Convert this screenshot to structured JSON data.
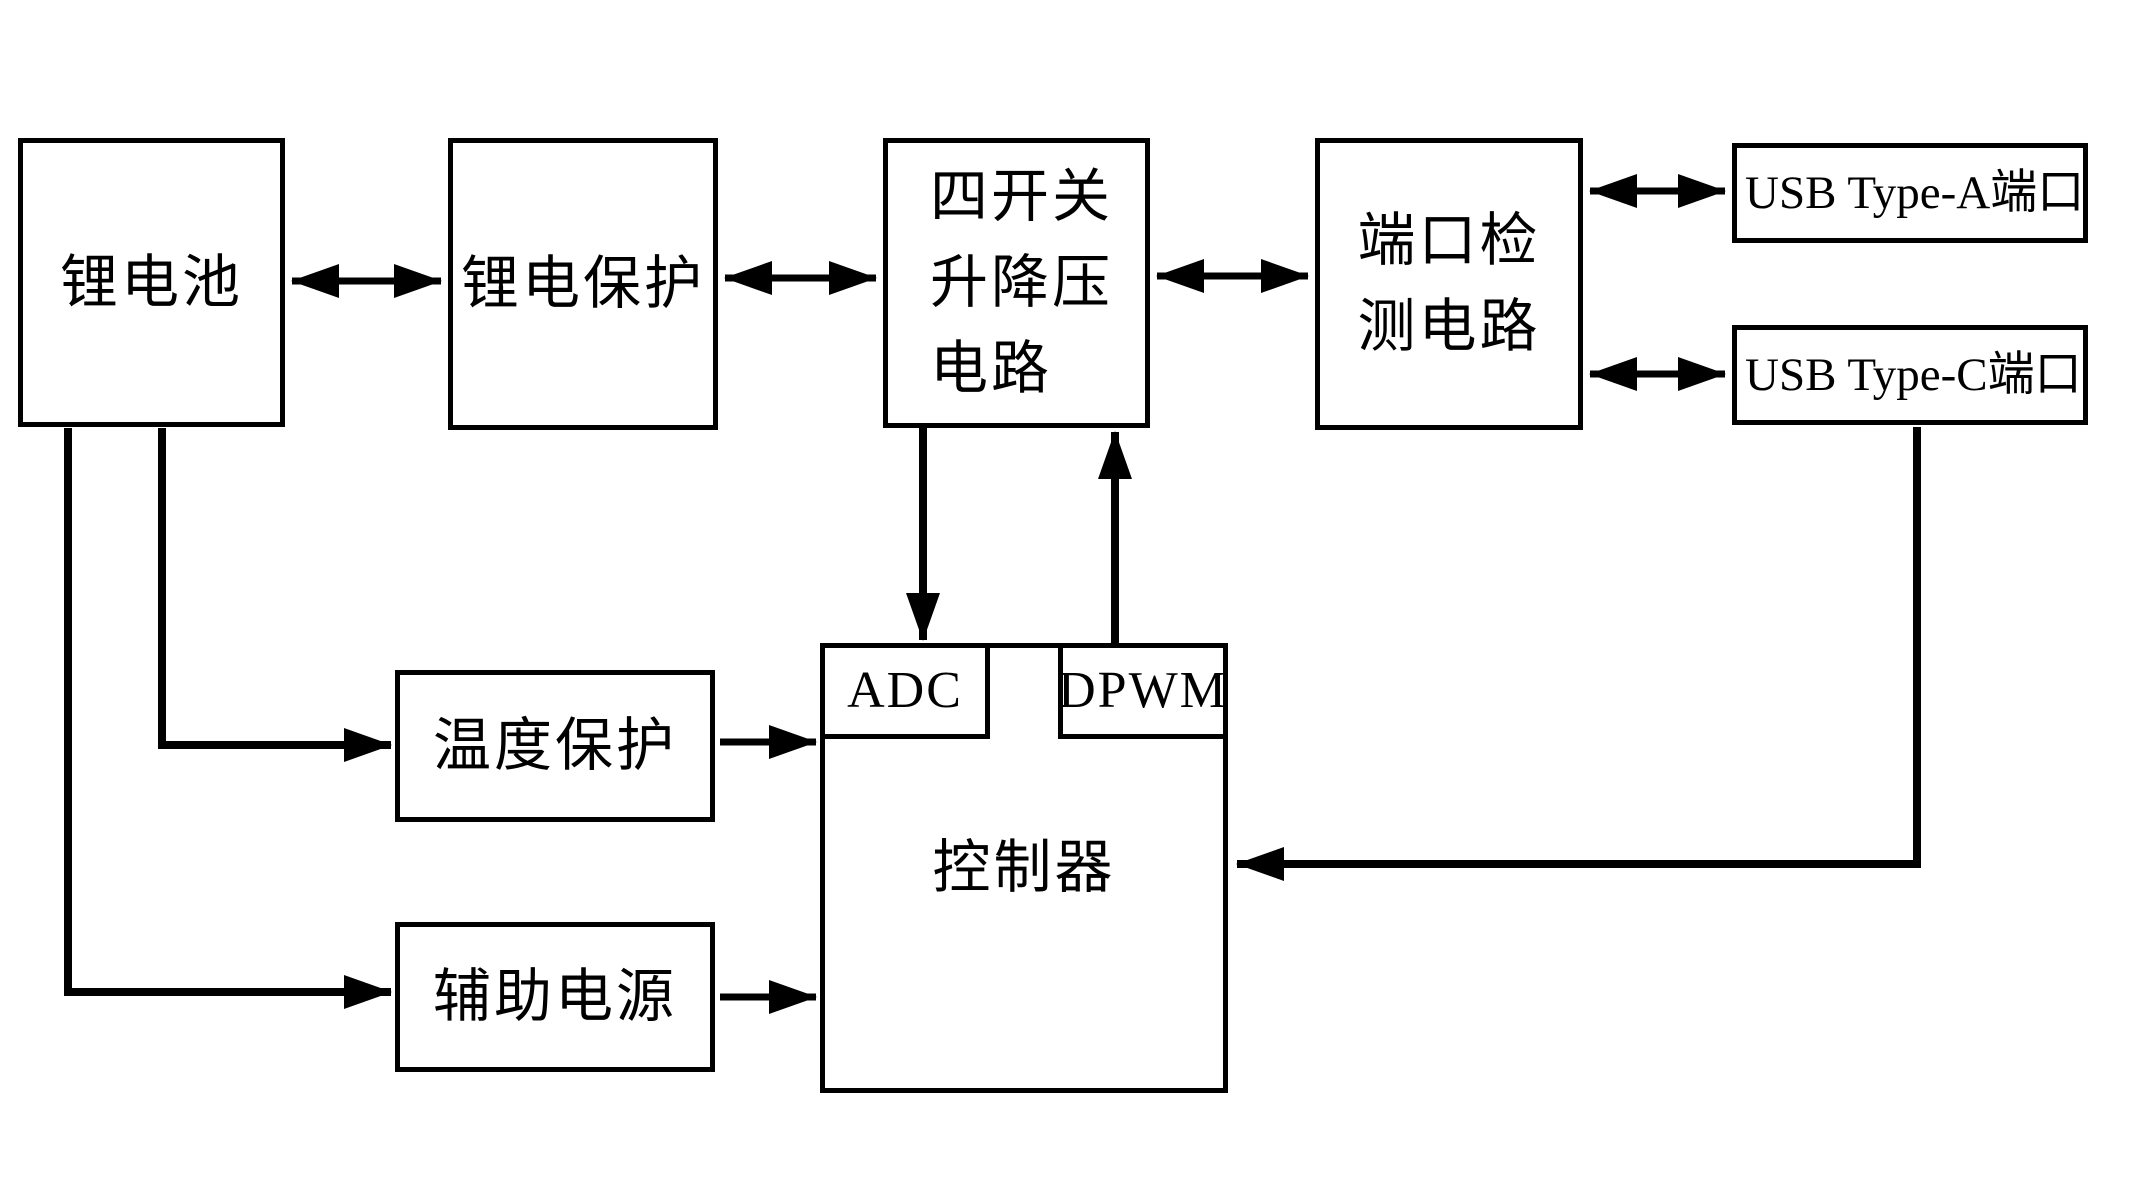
{
  "diagram": {
    "type": "block-diagram",
    "background": "#ffffff",
    "line_color": "#000000",
    "nodes": {
      "battery": {
        "label": "锂电池"
      },
      "protection": {
        "label": "锂电保护"
      },
      "buckboost": {
        "lines": [
          "四开关",
          "升降压",
          "电路"
        ]
      },
      "portdetect": {
        "lines": [
          "端口检",
          "测电路"
        ]
      },
      "usba": {
        "label": "USB Type-A端口"
      },
      "usbc": {
        "label": "USB Type-C端口"
      },
      "tempprot": {
        "label": "温度保护"
      },
      "auxpower": {
        "label": "辅助电源"
      },
      "controller": {
        "label": "控制器"
      },
      "adc": {
        "label": "ADC"
      },
      "dpwm": {
        "label": "DPWM"
      }
    },
    "connections": [
      {
        "from": "battery",
        "to": "protection",
        "direction": "bidirectional"
      },
      {
        "from": "protection",
        "to": "buckboost",
        "direction": "bidirectional"
      },
      {
        "from": "buckboost",
        "to": "portdetect",
        "direction": "bidirectional"
      },
      {
        "from": "portdetect",
        "to": "usba",
        "direction": "bidirectional"
      },
      {
        "from": "portdetect",
        "to": "usbc",
        "direction": "bidirectional"
      },
      {
        "from": "buckboost",
        "to": "adc",
        "direction": "one-way"
      },
      {
        "from": "dpwm",
        "to": "buckboost",
        "direction": "one-way"
      },
      {
        "from": "battery",
        "to": "tempprot",
        "direction": "one-way"
      },
      {
        "from": "tempprot",
        "to": "controller",
        "direction": "one-way"
      },
      {
        "from": "battery",
        "to": "auxpower",
        "direction": "one-way"
      },
      {
        "from": "auxpower",
        "to": "controller",
        "direction": "one-way"
      },
      {
        "from": "usbc",
        "to": "controller",
        "direction": "one-way"
      }
    ]
  }
}
